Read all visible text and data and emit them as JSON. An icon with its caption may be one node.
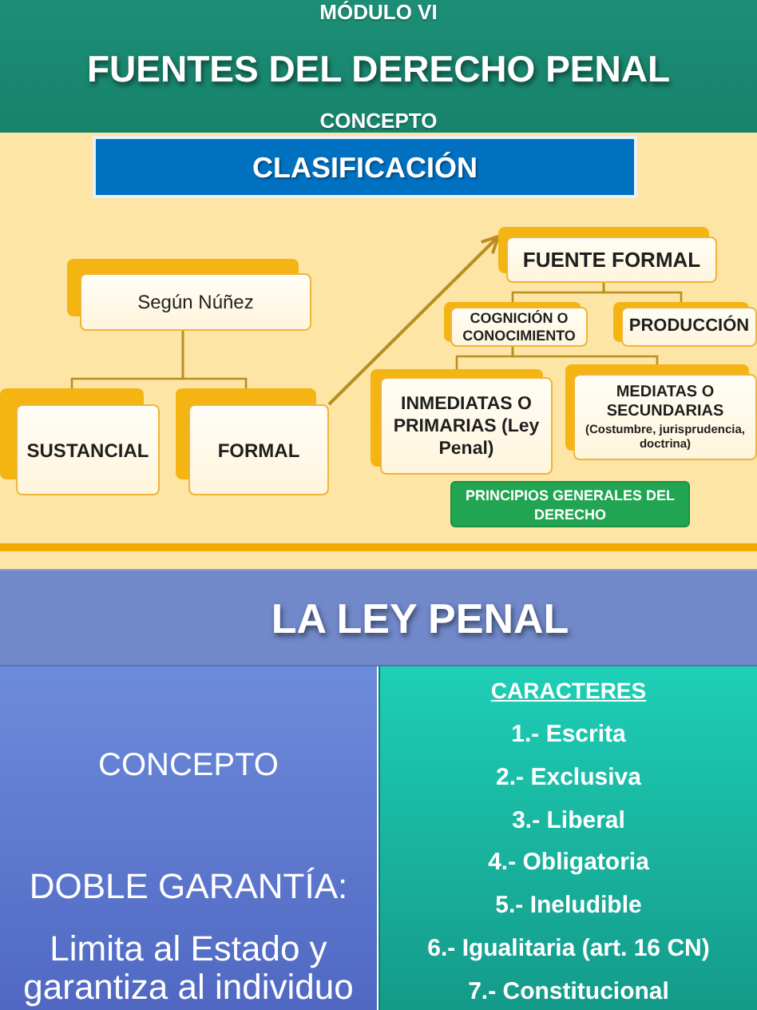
{
  "diagram": {
    "title": "FUENTES DEL DERECHO PENAL",
    "nodes": [
      {
        "text": [
          "CLASIFICACIÓN"
        ]
      },
      {
        "text": [
          "Según Núñez"
        ]
      },
      {
        "text": [
          "SUSTANCIAL"
        ]
      },
      {
        "text": [
          "FORMAL"
        ]
      },
      {
        "text": [
          "FUENTE FORMAL"
        ]
      },
      {
        "text": [
          "COGNICIÓN O CONOCIMIENTO"
        ]
      },
      {
        "text": [
          "PRODUCCIÓN"
        ]
      },
      {
        "text": [
          "INMEDIATAS O PRIMARIAS (Ley Penal)"
        ]
      },
      {
        "text": [
          "MEDIATAS O SECUNDARIAS",
          "(Costumbre, jurisprudencia, doctrina)"
        ]
      },
      {
        "text": [
          "PRINCIPIOS GENERALES DEL DERECHO"
        ]
      },
      {
        "text": [
          "LA LEY PENAL"
        ]
      },
      {
        "text": [
          "CONCEPTO",
          "DOBLE GARANTÍA:",
          "Limita al Estado y garantiza al individuo"
        ]
      },
      {
        "text": [
          "CARACTERES",
          "1.- Escrita",
          "2.- Exclusiva",
          "3.- Liberal",
          "4.- Obligatoria",
          "5.- Ineludible",
          "6.- Igualitaria (art. 16 CN)",
          "7.- Constitucional"
        ]
      }
    ],
    "edges": [
      {
        "from": 1,
        "to": 2,
        "arrow": "none"
      },
      {
        "from": 1,
        "to": 3,
        "arrow": "none"
      },
      {
        "from": 3,
        "to": 4,
        "arrow": "to"
      },
      {
        "from": 4,
        "to": 5,
        "arrow": "none"
      },
      {
        "from": 4,
        "to": 6,
        "arrow": "none"
      },
      {
        "from": 5,
        "to": 7,
        "arrow": "none"
      },
      {
        "from": 5,
        "to": 8,
        "arrow": "none"
      }
    ],
    "labels": [
      "MÓDULO VI",
      "CONCEPTO"
    ]
  }
}
